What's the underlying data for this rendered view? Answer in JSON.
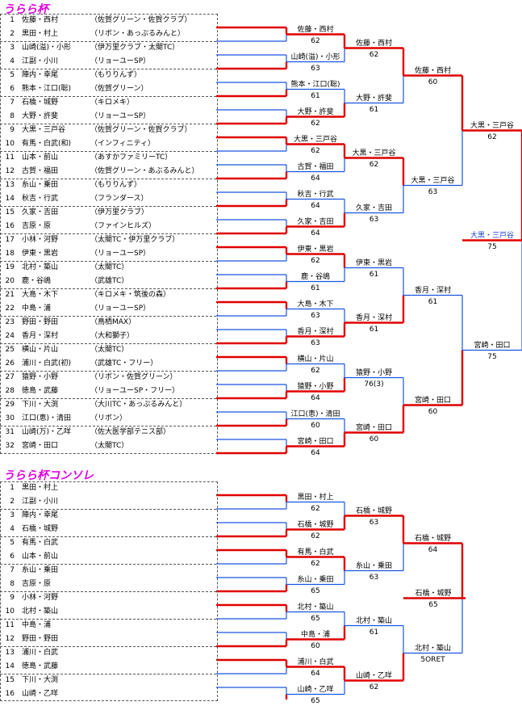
{
  "main": {
    "title": "うらら杯",
    "entries": [
      {
        "no": "1",
        "names": "佐藤・西村",
        "club": "（佐賀グリーン・佐賀クラブ）"
      },
      {
        "no": "2",
        "names": "黒田・村上",
        "club": "（リボン・あっぷるみんと）"
      },
      {
        "no": "3",
        "names": "山崎(溢)・小形",
        "club": "（伊万里クラブ・太閤TC）"
      },
      {
        "no": "4",
        "names": "江副・小川",
        "club": "（リョーユーSP）"
      },
      {
        "no": "5",
        "names": "陣内・幸尾",
        "club": "（もりりんず）"
      },
      {
        "no": "6",
        "names": "熊本・江口(聡)",
        "club": "（佐賀グリーン）"
      },
      {
        "no": "7",
        "names": "石橋・城野",
        "club": "（キロメキ）"
      },
      {
        "no": "8",
        "names": "大野・許斐",
        "club": "（リョーユーSP）"
      },
      {
        "no": "9",
        "names": "大黒・三戸谷",
        "club": "（佐賀グリーン・佐賀クラブ）"
      },
      {
        "no": "10",
        "names": "有馬・白武(和)",
        "club": "（インフィニティ）"
      },
      {
        "no": "11",
        "names": "山本・前山",
        "club": "（あすかファミリーTC）"
      },
      {
        "no": "12",
        "names": "古賀・福田",
        "club": "（佐賀グリーン・あぶるみんと）"
      },
      {
        "no": "13",
        "names": "糸山・乗田",
        "club": "（もりりんず）"
      },
      {
        "no": "14",
        "names": "秋吉・行武",
        "club": "（フランダース）"
      },
      {
        "no": "15",
        "names": "久家・吉田",
        "club": "（伊万里クラブ）"
      },
      {
        "no": "16",
        "names": "吉原・原",
        "club": "（ファインヒルズ）"
      },
      {
        "no": "17",
        "names": "小林・河野",
        "club": "（太閤TC・伊万里クラブ）"
      },
      {
        "no": "18",
        "names": "伊東・黒岩",
        "club": "（リョーユーSP）"
      },
      {
        "no": "19",
        "names": "北村・築山",
        "club": "（太閤TC）"
      },
      {
        "no": "20",
        "names": "鹿・谷嶋",
        "club": "（武雄TC）"
      },
      {
        "no": "21",
        "names": "大島・木下",
        "club": "（キロメキ・筑後の森）"
      },
      {
        "no": "22",
        "names": "中島・浦",
        "club": "（リョーユーSP）"
      },
      {
        "no": "23",
        "names": "野田・野田",
        "club": "（鳥栖MAX）"
      },
      {
        "no": "24",
        "names": "香月・深村",
        "club": "（大和獅子）"
      },
      {
        "no": "25",
        "names": "横山・片山",
        "club": "（太閤TC）"
      },
      {
        "no": "26",
        "names": "浦川・白武(初)",
        "club": "（武雄TC・フリー）"
      },
      {
        "no": "27",
        "names": "猿野・小野",
        "club": "（リボン・佐賀グリーン）"
      },
      {
        "no": "28",
        "names": "徳島・武藤",
        "club": "（リョーユーSP・フリー）"
      },
      {
        "no": "29",
        "names": "下川・大渕",
        "club": "（大川TC・あっぷるみんと）"
      },
      {
        "no": "30",
        "names": "江口(恵)・清田",
        "club": "（リボン）"
      },
      {
        "no": "31",
        "names": "山崎(万)・乙咩",
        "club": "（佐大医学部テニス部）"
      },
      {
        "no": "32",
        "names": "宮崎・田口",
        "club": "（太閤TC）"
      }
    ],
    "r1": [
      {
        "winner": "佐藤・西村",
        "score": "62"
      },
      {
        "winner": "山崎(溢)・小形",
        "score": "63"
      },
      {
        "winner": "熊本・江口(聡)",
        "score": "61"
      },
      {
        "winner": "大野・許斐",
        "score": "62"
      },
      {
        "winner": "大黒・三戸谷",
        "score": "62"
      },
      {
        "winner": "古賀・福田",
        "score": "64"
      },
      {
        "winner": "秋吉・行武",
        "score": "64"
      },
      {
        "winner": "久家・吉田",
        "score": "64"
      },
      {
        "winner": "伊東・黒岩",
        "score": "62"
      },
      {
        "winner": "鹿・谷嶋",
        "score": "61"
      },
      {
        "winner": "大島・木下",
        "score": "63"
      },
      {
        "winner": "香月・深村",
        "score": "63"
      },
      {
        "winner": "横山・片山",
        "score": "62"
      },
      {
        "winner": "猿野・小野",
        "score": "64"
      },
      {
        "winner": "江口(恵)・清田",
        "score": "60"
      },
      {
        "winner": "宮崎・田口",
        "score": "64"
      }
    ],
    "r2": [
      {
        "winner": "佐藤・西村",
        "score": "62"
      },
      {
        "winner": "大野・許斐",
        "score": "61"
      },
      {
        "winner": "大黒・三戸谷",
        "score": "62"
      },
      {
        "winner": "久家・吉田",
        "score": "63"
      },
      {
        "winner": "伊東・黒岩",
        "score": "61"
      },
      {
        "winner": "香月・深村",
        "score": "61"
      },
      {
        "winner": "猿野・小野",
        "score": "76(3)"
      },
      {
        "winner": "宮崎・田口",
        "score": "60"
      }
    ],
    "r3": [
      {
        "winner": "佐藤・西村",
        "score": "60"
      },
      {
        "winner": "大黒・三戸谷",
        "score": "63"
      },
      {
        "winner": "香月・深村",
        "score": "61"
      },
      {
        "winner": "宮崎・田口",
        "score": "60"
      }
    ],
    "r4": [
      {
        "winner": "大黒・三戸谷",
        "score": "62"
      },
      {
        "winner": "宮崎・田口",
        "score": "75"
      }
    ],
    "r5": [
      {
        "winner": "大黒・三戸谷",
        "score": "75"
      }
    ]
  },
  "consolation": {
    "title": "うらら杯コンソレ",
    "entries": [
      {
        "no": "1",
        "names": "黒田・村上"
      },
      {
        "no": "2",
        "names": "江副・小川"
      },
      {
        "no": "3",
        "names": "陣内・幸尾"
      },
      {
        "no": "4",
        "names": "石橋・城野"
      },
      {
        "no": "5",
        "names": "有馬・白武"
      },
      {
        "no": "6",
        "names": "山本・前山"
      },
      {
        "no": "7",
        "names": "糸山・乗田"
      },
      {
        "no": "8",
        "names": "吉原・原"
      },
      {
        "no": "9",
        "names": "小林・河野"
      },
      {
        "no": "10",
        "names": "北村・築山"
      },
      {
        "no": "11",
        "names": "中島・浦"
      },
      {
        "no": "12",
        "names": "野田・野田"
      },
      {
        "no": "13",
        "names": "浦川・白武"
      },
      {
        "no": "14",
        "names": "徳島・武藤"
      },
      {
        "no": "15",
        "names": "下川・大渕"
      },
      {
        "no": "16",
        "names": "山崎・乙咩"
      }
    ],
    "r1": [
      {
        "winner": "黒田・村上",
        "score": "62"
      },
      {
        "winner": "石橋・城野",
        "score": "62"
      },
      {
        "winner": "有馬・白武",
        "score": "62"
      },
      {
        "winner": "糸山・乗田",
        "score": "65"
      },
      {
        "winner": "北村・築山",
        "score": "65"
      },
      {
        "winner": "中島・浦",
        "score": "60"
      },
      {
        "winner": "浦川・白武",
        "score": "64"
      },
      {
        "winner": "山崎・乙咩",
        "score": "65"
      }
    ],
    "r2": [
      {
        "winner": "石橋・城野",
        "score": "63"
      },
      {
        "winner": "糸山・乗田",
        "score": "63"
      },
      {
        "winner": "北村・築山",
        "score": "61"
      },
      {
        "winner": "山崎・乙咩",
        "score": "62"
      }
    ],
    "r3": [
      {
        "winner": "石橋・城野",
        "score": "64"
      },
      {
        "winner": "北村・築山",
        "score": "5ORET"
      }
    ],
    "r4": [
      {
        "winner": "石橋・城野",
        "score": "65"
      }
    ]
  }
}
